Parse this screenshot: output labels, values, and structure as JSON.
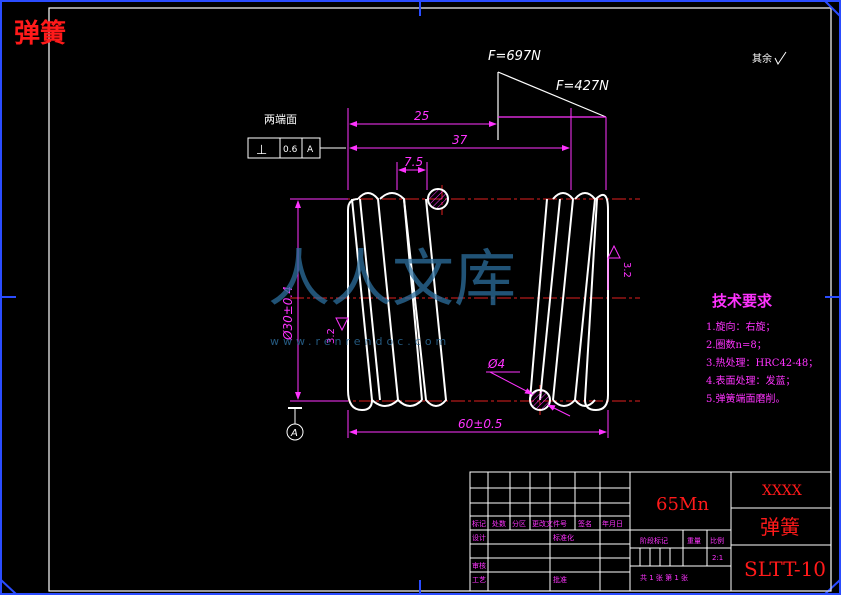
{
  "page_title": "弹簧",
  "force_labels": {
    "f1": "F=697N",
    "f2": "F=427N"
  },
  "surface_note": "其余",
  "end_face_label": "两端面",
  "tolerance_frame": {
    "symbol": "⊥",
    "value": "0.6",
    "datum": "A"
  },
  "dimensions": {
    "len_25": "25",
    "len_37": "37",
    "pitch": "7.5",
    "wire_dia": "Ø4",
    "outer_dia": "Ø30±0.4",
    "free_length": "60±0.5",
    "roughness_left": "3.2",
    "roughness_right": "3.2",
    "datum_a": "A"
  },
  "tech_requirements": {
    "title": "技术要求",
    "items": [
      "1.旋向：右旋；",
      "2.圈数n=8；",
      "3.热处理：HRC42-48；",
      "4.表面处理：发蓝；",
      "5.弹簧端面磨削。"
    ]
  },
  "watermark": {
    "text": "人人文库",
    "url": "www.renrendoc.com"
  },
  "title_block": {
    "material": "65Mn",
    "company": "XXXX",
    "part_name": "弹簧",
    "drawing_no": "SLTT-10",
    "labels": {
      "mark": "标记",
      "count": "处数",
      "zone": "分区",
      "change_doc": "更改文件号",
      "signature": "签名",
      "date": "年月日",
      "design": "设计",
      "standardize": "标准化",
      "stage_mark": "阶段标记",
      "weight": "重量",
      "scale": "比例",
      "review": "审核",
      "process": "工艺",
      "approve": "批准"
    },
    "scale_value": "2:1",
    "sheet_info": "共 1 张 第 1 张"
  },
  "colors": {
    "outline": "#ffffff",
    "dimension": "#ff33ff",
    "centerline": "#e02020",
    "title_text": "#ff1a1a",
    "frame_blue": "#2a4cff",
    "watermark": "#2d6f9e"
  }
}
